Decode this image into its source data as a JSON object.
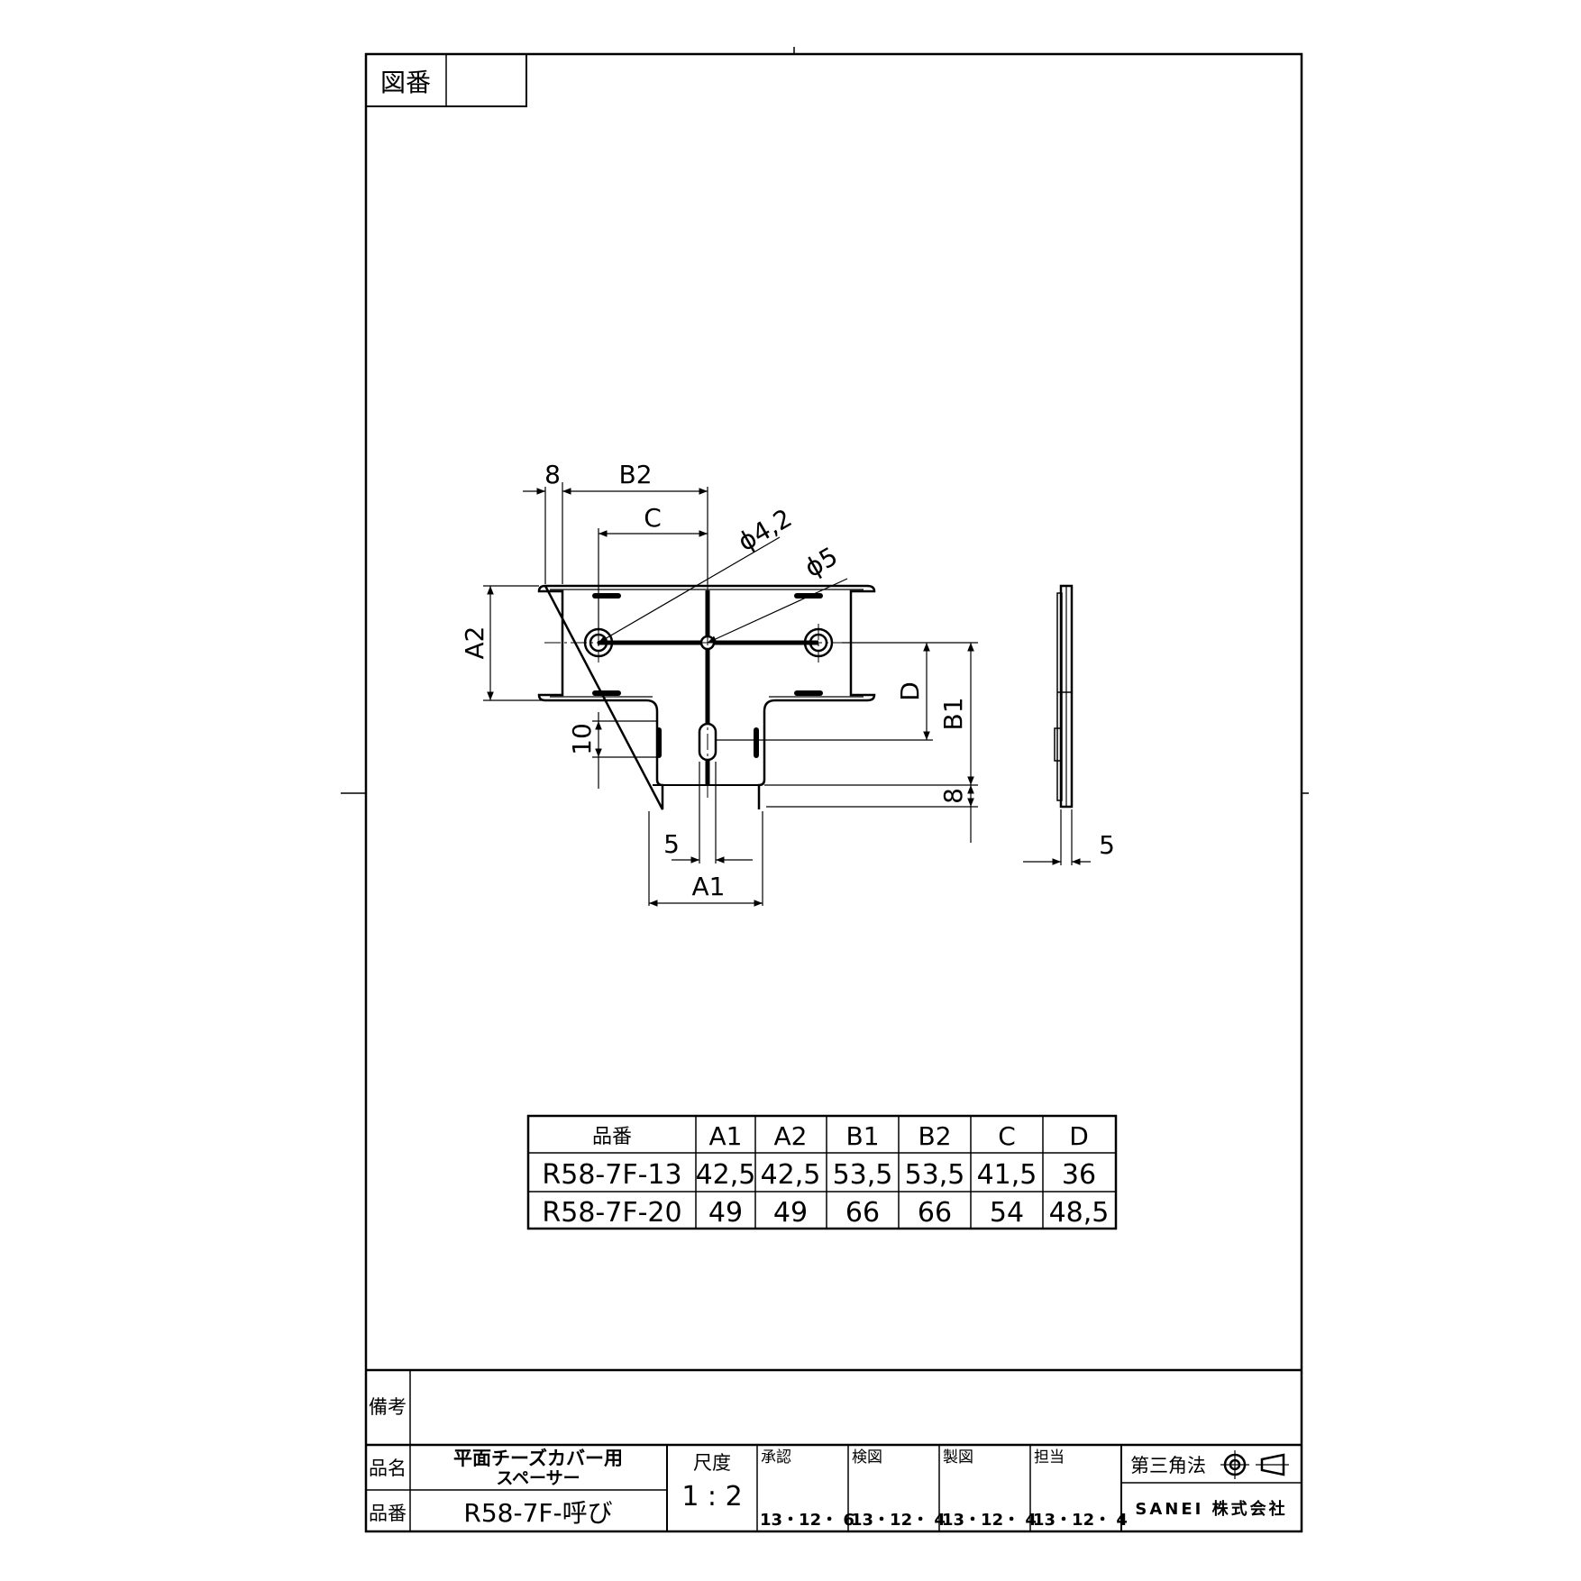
{
  "sheet": {
    "drawing_no_label": "図番",
    "drawing_no_value": ""
  },
  "dimensions": {
    "d_8_top": "8",
    "d_B2": "B2",
    "d_C": "C",
    "d_phi42": "ϕ4,2",
    "d_phi5": "ϕ5",
    "d_A2": "A2",
    "d_D": "D",
    "d_B1": "B1",
    "d_10": "10",
    "d_8_right": "8",
    "d_5_slot": "5",
    "d_A1": "A1",
    "d_5_side": "5"
  },
  "table": {
    "headers": [
      "品番",
      "A1",
      "A2",
      "B1",
      "B2",
      "C",
      "D"
    ],
    "rows": [
      [
        "R58-7F-13",
        "42,5",
        "42,5",
        "53,5",
        "53,5",
        "41,5",
        "36"
      ],
      [
        "R58-7F-20",
        "49",
        "49",
        "66",
        "66",
        "54",
        "48,5"
      ]
    ]
  },
  "title_block": {
    "remarks_label": "備考",
    "remarks_value": "",
    "name_label": "品名",
    "name_line1": "平面チーズカバー用",
    "name_line2": "スペーサー",
    "partno_label": "品番",
    "partno_value": "R58-7F-呼び",
    "scale_label": "尺度",
    "scale_value": "1 : 2",
    "approved_label": "承認",
    "approved_date": "13・12・ 6",
    "checked_label": "検図",
    "checked_date": "13・12・ 4",
    "drawn_label": "製図",
    "drawn_date": "13・12・ 4",
    "charge_label": "担当",
    "charge_date": "13・12・ 4",
    "projection": "第三角法",
    "company": "SANEI 株式会社"
  }
}
